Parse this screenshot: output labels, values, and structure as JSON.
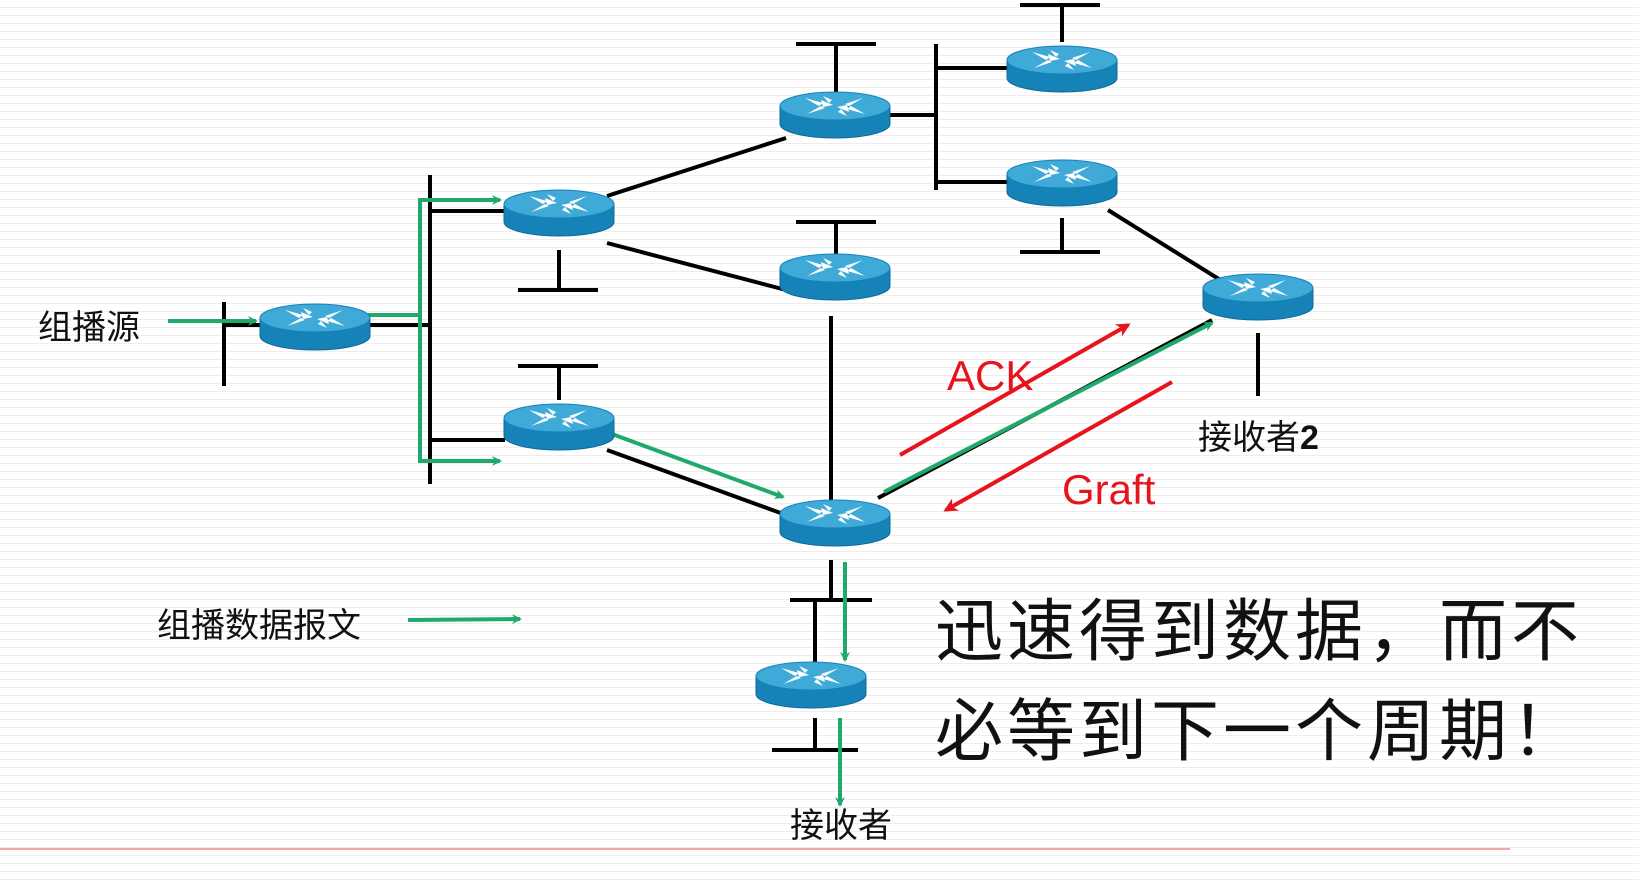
{
  "labels": {
    "source": "组播源",
    "legend": "组播数据报文",
    "receiver2_text": "接收者",
    "receiver2_num": "2",
    "receiver1": "接收者",
    "ack": "ACK",
    "graft": "Graft",
    "note_line1": "迅速得到数据，而不",
    "note_line2": "必等到下一个周期！"
  },
  "colors": {
    "data_arrow": "#1faa6b",
    "control_arrow": "#e8141c",
    "router_body": "#1583b8",
    "router_top": "#3fa9d8",
    "link": "#000000",
    "rule": "#f4a7a7"
  },
  "icons": {
    "router": "router-icon",
    "lan_segment": "lan-segment-icon"
  }
}
